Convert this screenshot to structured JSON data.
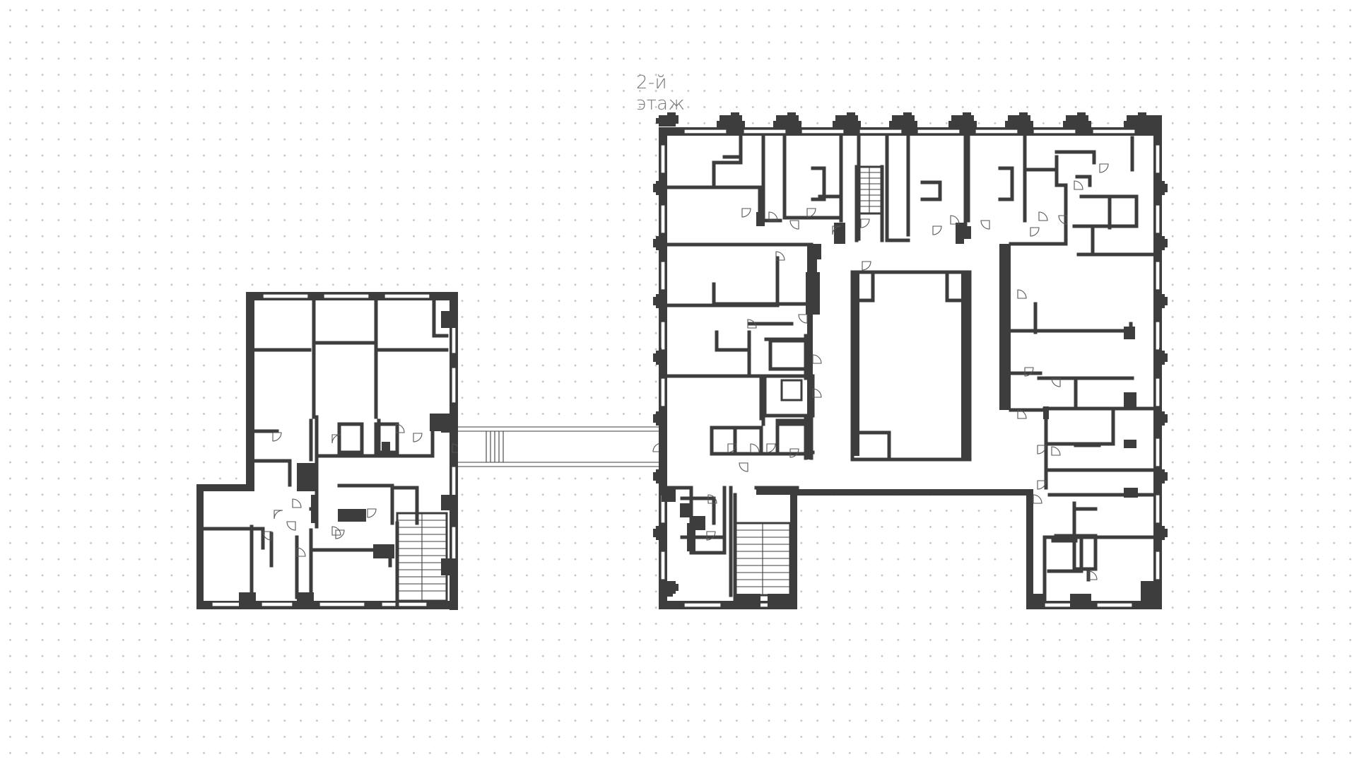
{
  "plan": {
    "title": "2-й этаж",
    "colors": {
      "wall": "#3d3d3d",
      "background": "#ffffff",
      "grid_dot": "#c4c4c4",
      "title": "#777777"
    },
    "wings": [
      "left-wing",
      "right-wing"
    ],
    "connector": "bridge-gallery",
    "stairs": [
      "left-stair",
      "right-top-stair",
      "right-bottom-stair"
    ],
    "elevator": "elevator-shaft"
  }
}
